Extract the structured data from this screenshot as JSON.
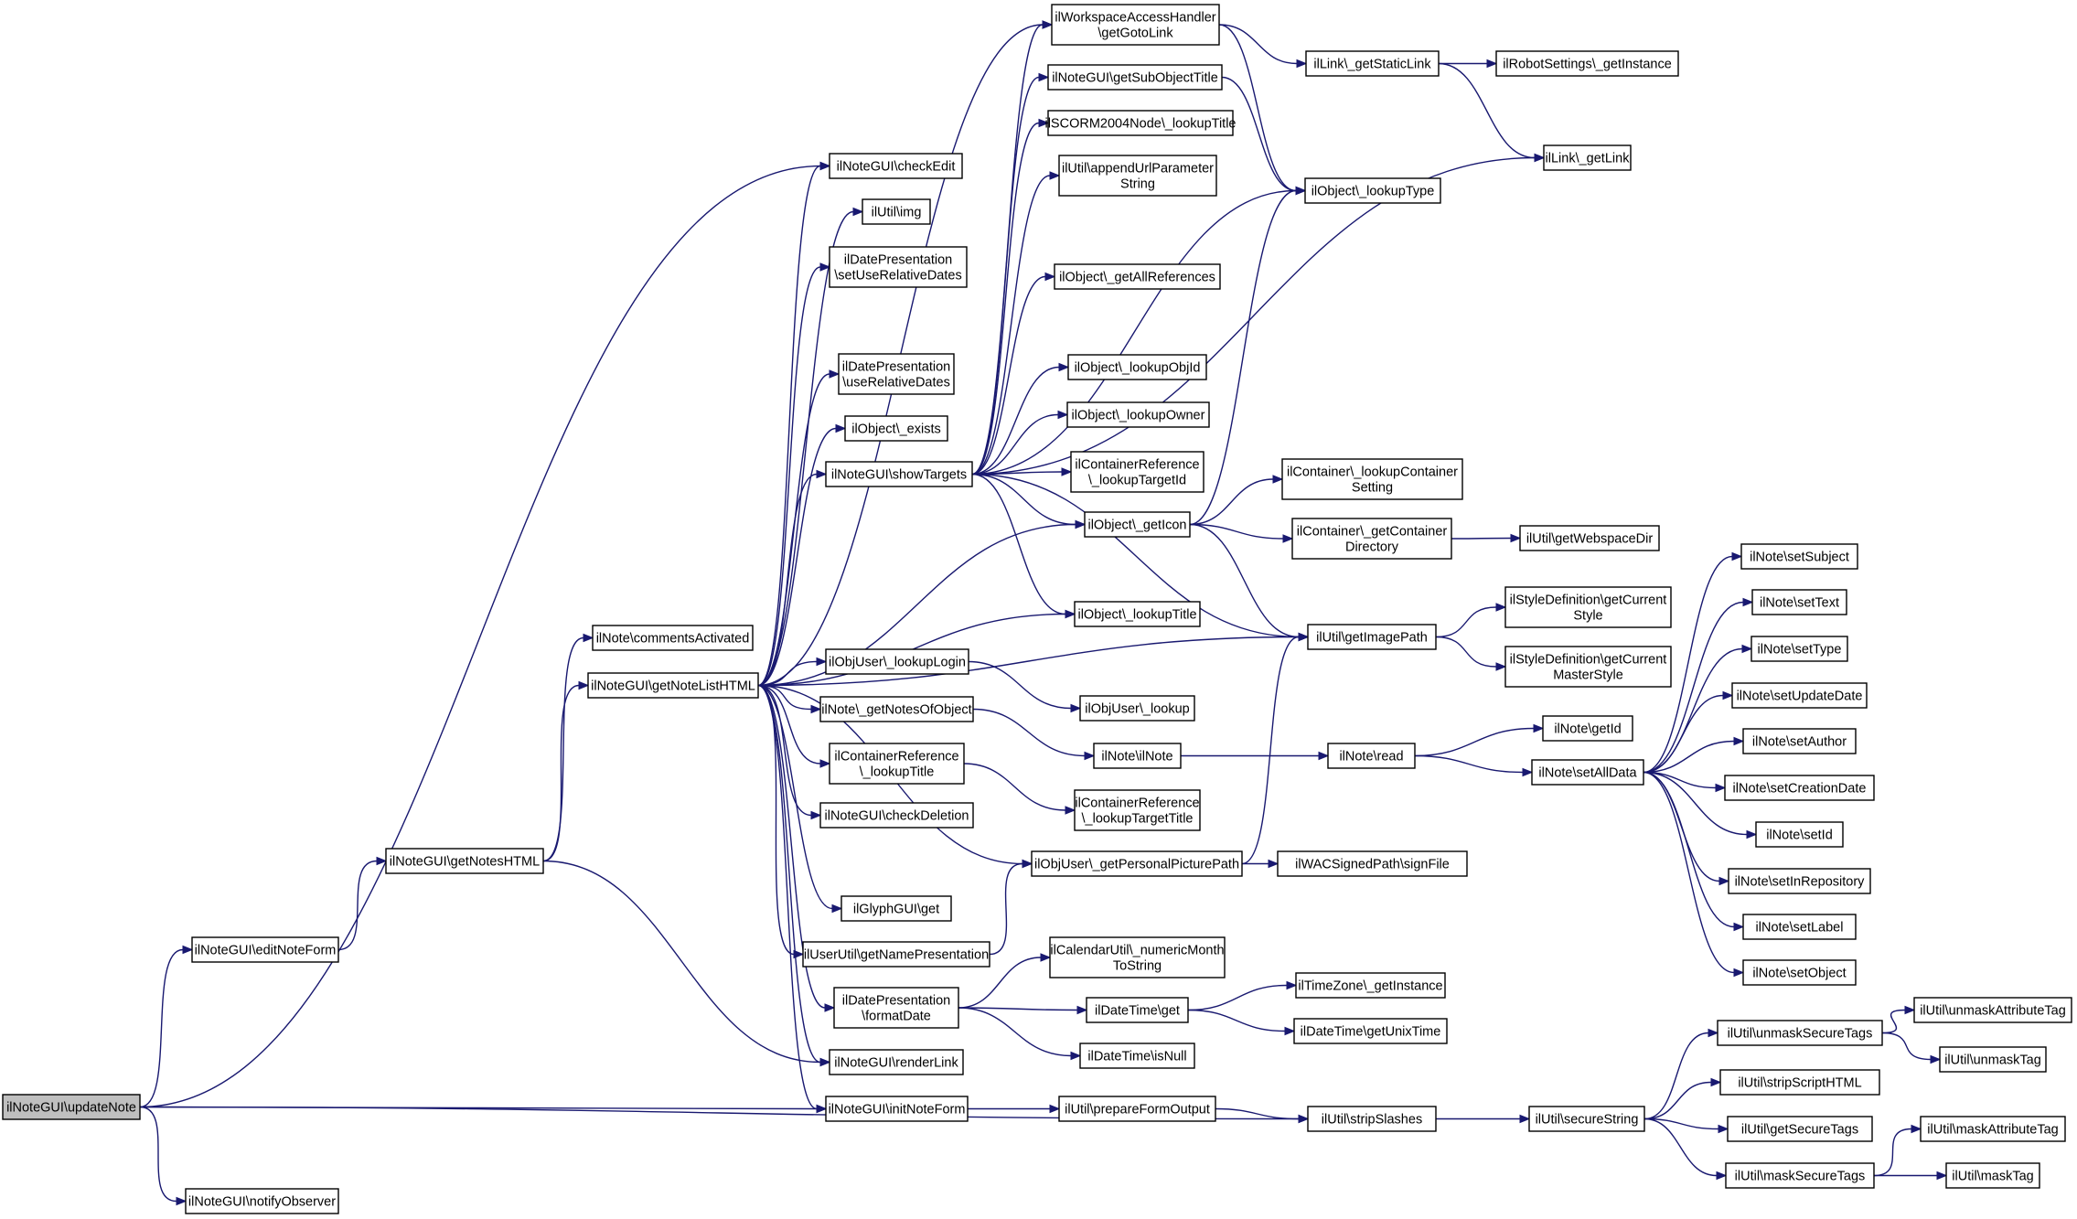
{
  "diagram": {
    "type": "call-graph",
    "root": "updateNote",
    "nodes": [
      {
        "id": "updateNote",
        "lines": [
          "ilNoteGUI\\updateNote"
        ]
      },
      {
        "id": "editNoteForm",
        "lines": [
          "ilNoteGUI\\editNoteForm"
        ]
      },
      {
        "id": "notifyObserver",
        "lines": [
          "ilNoteGUI\\notifyObserver"
        ]
      },
      {
        "id": "getNotesHTML",
        "lines": [
          "ilNoteGUI\\getNotesHTML"
        ]
      },
      {
        "id": "commentsActivated",
        "lines": [
          "ilNote\\commentsActivated"
        ]
      },
      {
        "id": "getNoteListHTML",
        "lines": [
          "ilNoteGUI\\getNoteListHTML"
        ]
      },
      {
        "id": "checkEdit",
        "lines": [
          "ilNoteGUI\\checkEdit"
        ]
      },
      {
        "id": "img",
        "lines": [
          "ilUtil\\img"
        ]
      },
      {
        "id": "setUseRelativeDates",
        "lines": [
          "ilDatePresentation",
          "\\setUseRelativeDates"
        ]
      },
      {
        "id": "useRelativeDates",
        "lines": [
          "ilDatePresentation",
          "\\useRelativeDates"
        ]
      },
      {
        "id": "exists",
        "lines": [
          "ilObject\\_exists"
        ]
      },
      {
        "id": "showTargets",
        "lines": [
          "ilNoteGUI\\showTargets"
        ]
      },
      {
        "id": "lookupLogin",
        "lines": [
          "ilObjUser\\_lookupLogin"
        ]
      },
      {
        "id": "getNotesOfObject",
        "lines": [
          "ilNote\\_getNotesOfObject"
        ]
      },
      {
        "id": "crLookupTitle",
        "lines": [
          "ilContainerReference",
          "\\_lookupTitle"
        ]
      },
      {
        "id": "checkDeletion",
        "lines": [
          "ilNoteGUI\\checkDeletion"
        ]
      },
      {
        "id": "glyphGet",
        "lines": [
          "ilGlyphGUI\\get"
        ]
      },
      {
        "id": "getNamePresentation",
        "lines": [
          "ilUserUtil\\getNamePresentation"
        ]
      },
      {
        "id": "formatDate",
        "lines": [
          "ilDatePresentation",
          "\\formatDate"
        ]
      },
      {
        "id": "renderLink",
        "lines": [
          "ilNoteGUI\\renderLink"
        ]
      },
      {
        "id": "initNoteForm",
        "lines": [
          "ilNoteGUI\\initNoteForm"
        ]
      },
      {
        "id": "getGotoLink",
        "lines": [
          "ilWorkspaceAccessHandler",
          "\\getGotoLink"
        ]
      },
      {
        "id": "getSubObjectTitle",
        "lines": [
          "ilNoteGUI\\getSubObjectTitle"
        ]
      },
      {
        "id": "scormLookupTitle",
        "lines": [
          "ilSCORM2004Node\\_lookupTitle"
        ]
      },
      {
        "id": "appendUrlParameterString",
        "lines": [
          "ilUtil\\appendUrlParameter",
          "String"
        ]
      },
      {
        "id": "getAllReferences",
        "lines": [
          "ilObject\\_getAllReferences"
        ]
      },
      {
        "id": "lookupObjId",
        "lines": [
          "ilObject\\_lookupObjId"
        ]
      },
      {
        "id": "lookupOwner",
        "lines": [
          "ilObject\\_lookupOwner"
        ]
      },
      {
        "id": "lookupTargetId",
        "lines": [
          "ilContainerReference",
          "\\_lookupTargetId"
        ]
      },
      {
        "id": "getIcon",
        "lines": [
          "ilObject\\_getIcon"
        ]
      },
      {
        "id": "objLookupTitle",
        "lines": [
          "ilObject\\_lookupTitle"
        ]
      },
      {
        "id": "objUserLookup",
        "lines": [
          "ilObjUser\\_lookup"
        ]
      },
      {
        "id": "ilNoteCtor",
        "lines": [
          "ilNote\\ilNote"
        ]
      },
      {
        "id": "lookupTargetTitle",
        "lines": [
          "ilContainerReference",
          "\\_lookupTargetTitle"
        ]
      },
      {
        "id": "getPersonalPicturePath",
        "lines": [
          "ilObjUser\\_getPersonalPicturePath"
        ]
      },
      {
        "id": "numericMonthToString",
        "lines": [
          "ilCalendarUtil\\_numericMonth",
          "ToString"
        ]
      },
      {
        "id": "dateTimeGet",
        "lines": [
          "ilDateTime\\get"
        ]
      },
      {
        "id": "isNull",
        "lines": [
          "ilDateTime\\isNull"
        ]
      },
      {
        "id": "prepareFormOutput",
        "lines": [
          "ilUtil\\prepareFormOutput"
        ]
      },
      {
        "id": "getStaticLink",
        "lines": [
          "ilLink\\_getStaticLink"
        ]
      },
      {
        "id": "lookupType",
        "lines": [
          "ilObject\\_lookupType"
        ]
      },
      {
        "id": "lookupContainerSetting",
        "lines": [
          "ilContainer\\_lookupContainer",
          "Setting"
        ]
      },
      {
        "id": "getContainerDirectory",
        "lines": [
          "ilContainer\\_getContainer",
          "Directory"
        ]
      },
      {
        "id": "getImagePath",
        "lines": [
          "ilUtil\\getImagePath"
        ]
      },
      {
        "id": "noteRead",
        "lines": [
          "ilNote\\read"
        ]
      },
      {
        "id": "signFile",
        "lines": [
          "ilWACSignedPath\\signFile"
        ]
      },
      {
        "id": "getInstanceTZ",
        "lines": [
          "ilTimeZone\\_getInstance"
        ]
      },
      {
        "id": "getUnixTime",
        "lines": [
          "ilDateTime\\getUnixTime"
        ]
      },
      {
        "id": "stripSlashes",
        "lines": [
          "ilUtil\\stripSlashes"
        ]
      },
      {
        "id": "robotGetInstance",
        "lines": [
          "ilRobotSettings\\_getInstance"
        ]
      },
      {
        "id": "getLink",
        "lines": [
          "ilLink\\_getLink"
        ]
      },
      {
        "id": "getWebspaceDir",
        "lines": [
          "ilUtil\\getWebspaceDir"
        ]
      },
      {
        "id": "getCurrentStyle",
        "lines": [
          "ilStyleDefinition\\getCurrent",
          "Style"
        ]
      },
      {
        "id": "getCurrentMasterStyle",
        "lines": [
          "ilStyleDefinition\\getCurrent",
          "MasterStyle"
        ]
      },
      {
        "id": "getId",
        "lines": [
          "ilNote\\getId"
        ]
      },
      {
        "id": "setAllData",
        "lines": [
          "ilNote\\setAllData"
        ]
      },
      {
        "id": "secureString",
        "lines": [
          "ilUtil\\secureString"
        ]
      },
      {
        "id": "setSubject",
        "lines": [
          "ilNote\\setSubject"
        ]
      },
      {
        "id": "setText",
        "lines": [
          "ilNote\\setText"
        ]
      },
      {
        "id": "setType",
        "lines": [
          "ilNote\\setType"
        ]
      },
      {
        "id": "setUpdateDate",
        "lines": [
          "ilNote\\setUpdateDate"
        ]
      },
      {
        "id": "setAuthor",
        "lines": [
          "ilNote\\setAuthor"
        ]
      },
      {
        "id": "setCreationDate",
        "lines": [
          "ilNote\\setCreationDate"
        ]
      },
      {
        "id": "setId",
        "lines": [
          "ilNote\\setId"
        ]
      },
      {
        "id": "setInRepository",
        "lines": [
          "ilNote\\setInRepository"
        ]
      },
      {
        "id": "setLabel",
        "lines": [
          "ilNote\\setLabel"
        ]
      },
      {
        "id": "setObject",
        "lines": [
          "ilNote\\setObject"
        ]
      },
      {
        "id": "unmaskSecureTags",
        "lines": [
          "ilUtil\\unmaskSecureTags"
        ]
      },
      {
        "id": "stripScriptHTML",
        "lines": [
          "ilUtil\\stripScriptHTML"
        ]
      },
      {
        "id": "getSecureTags",
        "lines": [
          "ilUtil\\getSecureTags"
        ]
      },
      {
        "id": "maskSecureTags",
        "lines": [
          "ilUtil\\maskSecureTags"
        ]
      },
      {
        "id": "unmaskAttributeTag",
        "lines": [
          "ilUtil\\unmaskAttributeTag"
        ]
      },
      {
        "id": "unmaskTag",
        "lines": [
          "ilUtil\\unmaskTag"
        ]
      },
      {
        "id": "maskAttributeTag",
        "lines": [
          "ilUtil\\maskAttributeTag"
        ]
      },
      {
        "id": "maskTag",
        "lines": [
          "ilUtil\\maskTag"
        ]
      }
    ],
    "edges": [
      [
        "updateNote",
        "checkEdit"
      ],
      [
        "updateNote",
        "editNoteForm"
      ],
      [
        "updateNote",
        "initNoteForm"
      ],
      [
        "updateNote",
        "stripSlashes"
      ],
      [
        "updateNote",
        "notifyObserver"
      ],
      [
        "editNoteForm",
        "getNotesHTML"
      ],
      [
        "getNotesHTML",
        "commentsActivated"
      ],
      [
        "getNotesHTML",
        "getNoteListHTML"
      ],
      [
        "getNotesHTML",
        "renderLink"
      ],
      [
        "getNoteListHTML",
        "checkEdit"
      ],
      [
        "getNoteListHTML",
        "img"
      ],
      [
        "getNoteListHTML",
        "setUseRelativeDates"
      ],
      [
        "getNoteListHTML",
        "useRelativeDates"
      ],
      [
        "getNoteListHTML",
        "exists"
      ],
      [
        "getNoteListHTML",
        "showTargets"
      ],
      [
        "getNoteListHTML",
        "lookupLogin"
      ],
      [
        "getNoteListHTML",
        "getNotesOfObject"
      ],
      [
        "getNoteListHTML",
        "crLookupTitle"
      ],
      [
        "getNoteListHTML",
        "checkDeletion"
      ],
      [
        "getNoteListHTML",
        "glyphGet"
      ],
      [
        "getNoteListHTML",
        "getNamePresentation"
      ],
      [
        "getNoteListHTML",
        "formatDate"
      ],
      [
        "getNoteListHTML",
        "renderLink"
      ],
      [
        "getNoteListHTML",
        "initNoteForm"
      ],
      [
        "getNoteListHTML",
        "getGotoLink"
      ],
      [
        "getNoteListHTML",
        "getIcon"
      ],
      [
        "getNoteListHTML",
        "objLookupTitle"
      ],
      [
        "getNoteListHTML",
        "getImagePath"
      ],
      [
        "getNoteListHTML",
        "getPersonalPicturePath"
      ],
      [
        "showTargets",
        "getGotoLink"
      ],
      [
        "showTargets",
        "getSubObjectTitle"
      ],
      [
        "showTargets",
        "scormLookupTitle"
      ],
      [
        "showTargets",
        "appendUrlParameterString"
      ],
      [
        "showTargets",
        "getAllReferences"
      ],
      [
        "showTargets",
        "lookupObjId"
      ],
      [
        "showTargets",
        "lookupOwner"
      ],
      [
        "showTargets",
        "lookupTargetId"
      ],
      [
        "showTargets",
        "getIcon"
      ],
      [
        "showTargets",
        "objLookupTitle"
      ],
      [
        "showTargets",
        "lookupType"
      ],
      [
        "showTargets",
        "getLink"
      ],
      [
        "showTargets",
        "getImagePath"
      ],
      [
        "lookupLogin",
        "objUserLookup"
      ],
      [
        "getNotesOfObject",
        "ilNoteCtor"
      ],
      [
        "crLookupTitle",
        "lookupTargetTitle"
      ],
      [
        "getNamePresentation",
        "getPersonalPicturePath"
      ],
      [
        "formatDate",
        "numericMonthToString"
      ],
      [
        "formatDate",
        "dateTimeGet"
      ],
      [
        "formatDate",
        "isNull"
      ],
      [
        "initNoteForm",
        "prepareFormOutput"
      ],
      [
        "getGotoLink",
        "getStaticLink"
      ],
      [
        "getGotoLink",
        "lookupType"
      ],
      [
        "getSubObjectTitle",
        "lookupType"
      ],
      [
        "getIcon",
        "lookupType"
      ],
      [
        "getIcon",
        "lookupContainerSetting"
      ],
      [
        "getIcon",
        "getContainerDirectory"
      ],
      [
        "getIcon",
        "getImagePath"
      ],
      [
        "ilNoteCtor",
        "noteRead"
      ],
      [
        "getPersonalPicturePath",
        "getImagePath"
      ],
      [
        "getPersonalPicturePath",
        "signFile"
      ],
      [
        "dateTimeGet",
        "getInstanceTZ"
      ],
      [
        "dateTimeGet",
        "getUnixTime"
      ],
      [
        "prepareFormOutput",
        "stripSlashes"
      ],
      [
        "getStaticLink",
        "robotGetInstance"
      ],
      [
        "getStaticLink",
        "getLink"
      ],
      [
        "getContainerDirectory",
        "getWebspaceDir"
      ],
      [
        "getImagePath",
        "getCurrentStyle"
      ],
      [
        "getImagePath",
        "getCurrentMasterStyle"
      ],
      [
        "noteRead",
        "getId"
      ],
      [
        "noteRead",
        "setAllData"
      ],
      [
        "stripSlashes",
        "secureString"
      ],
      [
        "setAllData",
        "setSubject"
      ],
      [
        "setAllData",
        "setText"
      ],
      [
        "setAllData",
        "setType"
      ],
      [
        "setAllData",
        "setUpdateDate"
      ],
      [
        "setAllData",
        "setAuthor"
      ],
      [
        "setAllData",
        "setCreationDate"
      ],
      [
        "setAllData",
        "setId"
      ],
      [
        "setAllData",
        "setInRepository"
      ],
      [
        "setAllData",
        "setLabel"
      ],
      [
        "setAllData",
        "setObject"
      ],
      [
        "secureString",
        "unmaskSecureTags"
      ],
      [
        "secureString",
        "stripScriptHTML"
      ],
      [
        "secureString",
        "getSecureTags"
      ],
      [
        "secureString",
        "maskSecureTags"
      ],
      [
        "unmaskSecureTags",
        "unmaskAttributeTag"
      ],
      [
        "unmaskSecureTags",
        "unmaskTag"
      ],
      [
        "maskSecureTags",
        "maskAttributeTag"
      ],
      [
        "maskSecureTags",
        "maskTag"
      ]
    ],
    "colors": {
      "edge": "#191970",
      "root_fill": "#bfbfbf",
      "node_fill": "#ffffff",
      "node_stroke": "#000000"
    }
  }
}
